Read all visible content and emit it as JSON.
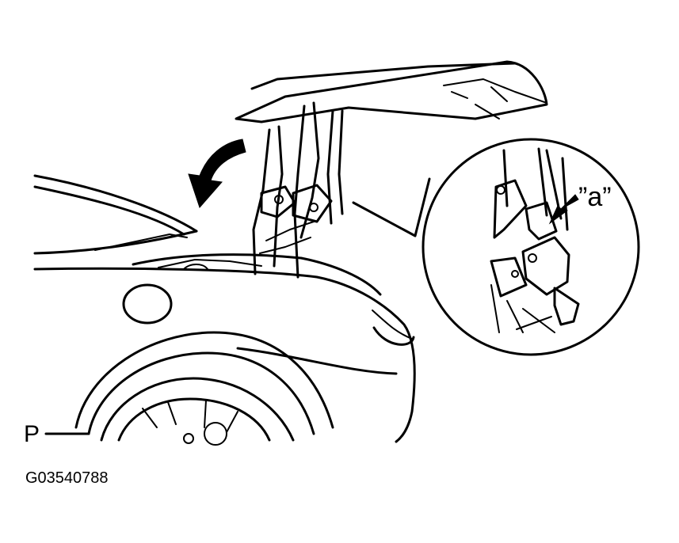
{
  "labels": {
    "pointer": "P",
    "callout": "”a”",
    "figure_code": "G03540788"
  },
  "colors": {
    "ink": "#000000",
    "paper": "#ffffff"
  },
  "icons": [
    "curved-arrow-icon",
    "detail-arrow-icon"
  ]
}
